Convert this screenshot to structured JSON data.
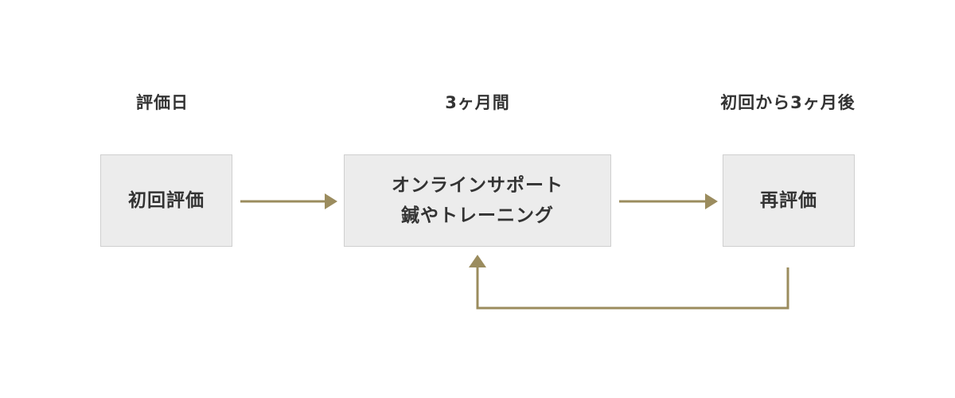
{
  "headings": {
    "evaluation_day": "評価日",
    "period": "3ヶ月間",
    "after": "初回から3ヶ月後"
  },
  "steps": {
    "initial": "初回評価",
    "online_line1": "オンラインサポート",
    "online_line2": "鍼やトレーニング",
    "re_evaluation": "再評価"
  },
  "colors": {
    "arrow": "#9b8c5e",
    "box_fill": "#ececec",
    "box_border": "#cfcfcf",
    "text": "#333333"
  }
}
